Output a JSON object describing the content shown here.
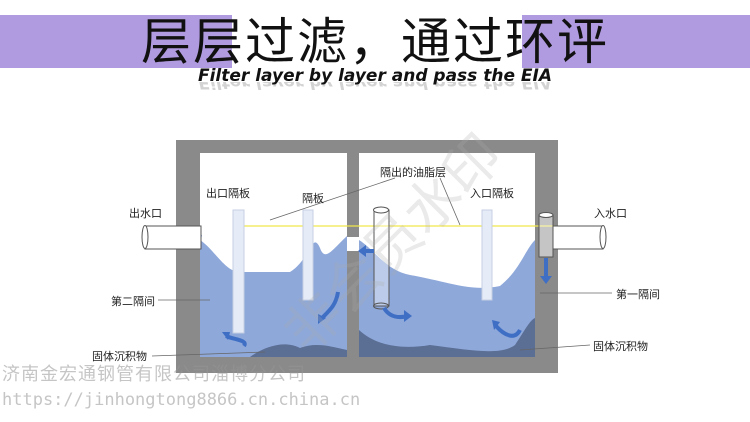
{
  "title": "层层过滤，通过环评",
  "subtitle": "Filter layer by layer and pass the EIA",
  "colors": {
    "band": "#b19be0",
    "tank": "#8a8a8a",
    "water": "#8ea8da",
    "arrow": "#3f6fc4",
    "sediment": "#5b6e94",
    "oil_line": "#f2e84a"
  },
  "labels": {
    "outlet": "出水口",
    "inlet": "入水口",
    "outlet_baffle": "出口隔板",
    "baffle": "隔板",
    "grease_layer": "隔出的油脂层",
    "inlet_baffle": "入口隔板",
    "second_chamber": "第二隔间",
    "first_chamber": "第一隔间",
    "sediment_left": "固体沉积物",
    "sediment_right": "固体沉积物"
  },
  "watermarks": {
    "diagonal": "非会员水印",
    "company": "济南金宏通钢管有限公司淄博分公司",
    "url": "https://jinhongtong8866.cn.china.cn"
  }
}
